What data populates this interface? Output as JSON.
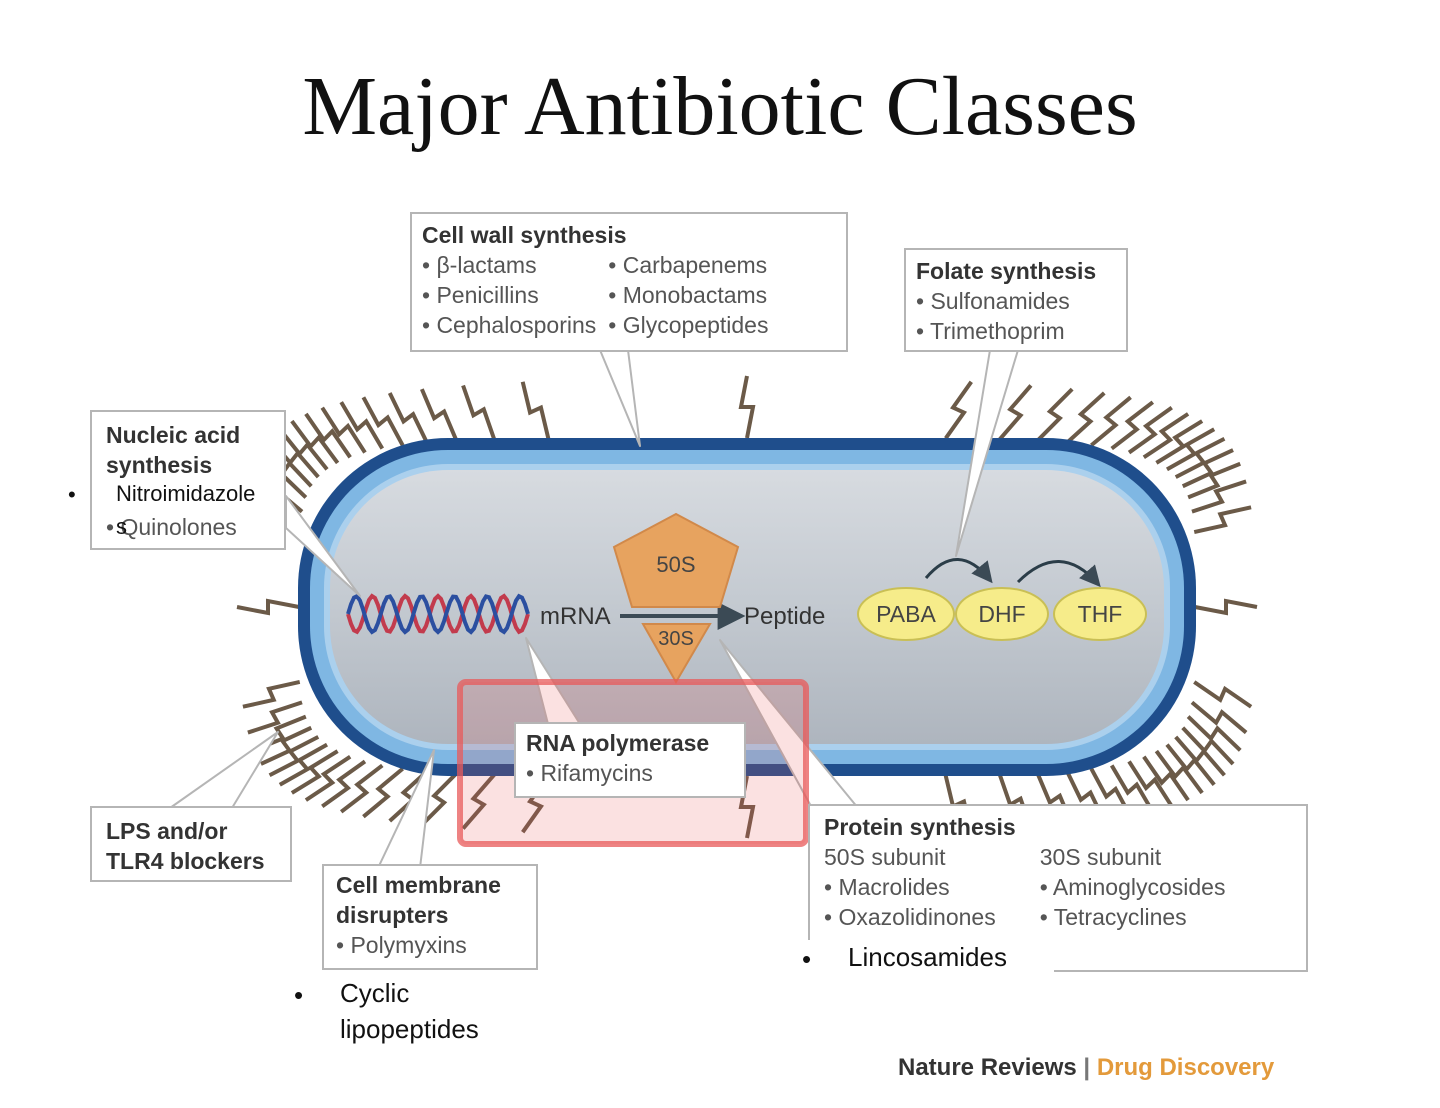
{
  "title": "Major Antibiotic Classes",
  "colors": {
    "cell_outer": "#1f4e8c",
    "cell_mid": "#7fb7e3",
    "cytoplasm": "#c5cbd2",
    "ribosome": "#e7a35f",
    "folate_node": "#f6ec8a",
    "highlight": "#e85a5a",
    "credit_accent": "#e39a3b"
  },
  "cell": {
    "mrna_label": "mRNA",
    "peptide_label": "Peptide",
    "ribosome_large": "50S",
    "ribosome_small": "30S",
    "folate_nodes": [
      "PABA",
      "DHF",
      "THF"
    ]
  },
  "boxes": {
    "cell_wall": {
      "heading": "Cell wall synthesis",
      "col1": [
        "• β-lactams",
        "• Penicillins",
        "• Cephalosporins"
      ],
      "col2": [
        "• Carbapenems",
        "• Monobactams",
        "• Glycopeptides"
      ]
    },
    "folate": {
      "heading": "Folate synthesis",
      "items": [
        "• Sulfonamides",
        "• Trimethoprim"
      ]
    },
    "nucleic": {
      "heading_line1": "Nucleic acid",
      "heading_line2": "synthesis",
      "item": "• Quinolones",
      "overlay_bullet": "•",
      "overlay_text_line1": "Nitroimidazole",
      "overlay_text_line2": "s"
    },
    "rna_pol": {
      "heading": "RNA polymerase",
      "item": "• Rifamycins"
    },
    "lps": {
      "line1": "LPS and/or",
      "line2": "TLR4 blockers"
    },
    "membrane": {
      "line1": "Cell membrane",
      "line2": "disrupters",
      "item": "• Polymyxins"
    },
    "protein": {
      "heading": "Protein synthesis",
      "col1_head": "50S subunit",
      "col1": [
        "• Macrolides",
        "• Oxazolidinones"
      ],
      "col2_head": "30S subunit",
      "col2": [
        "• Aminoglycosides",
        "• Tetracyclines"
      ]
    }
  },
  "added_text": {
    "lincosamides_bullet": "•",
    "lincosamides": "Lincosamides",
    "cyclic_bullet": "•",
    "cyclic_line1": "Cyclic",
    "cyclic_line2": "lipopeptides"
  },
  "credit": {
    "part1": "Nature Reviews",
    "separator": " | ",
    "part2": "Drug Discovery"
  }
}
